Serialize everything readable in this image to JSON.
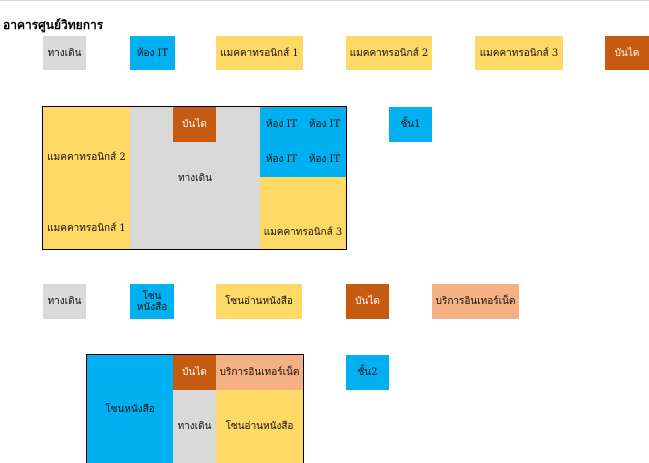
{
  "title": "อาคารศูนย์วิทยการ",
  "colors": {
    "walkway": "#d9d9d9",
    "it": "#00b0f0",
    "mac": "#ffd966",
    "stairs": "#c55a11",
    "internet": "#f4b183"
  },
  "legend1": {
    "walkway": "ทางเดิน",
    "it_room": "ห้อง IT",
    "mac1": "แมคคาทรอนิกส์ 1",
    "mac2": "แมคคาทรอนิกส์ 2",
    "mac3": "แมคคาทรอนิกส์ 3",
    "stairs": "บันได"
  },
  "floor1": {
    "label": "ชั้น1",
    "mac2": "แมคคาทรอนิกส์ 2",
    "mac1": "แมคคาทรอนิกส์ 1",
    "walkway": "ทางเดิน",
    "stairs": "บันได",
    "it_a": "ห้อง IT",
    "it_b": "ห้อง IT",
    "it_c": "ห้อง IT",
    "it_d": "ห้อง IT",
    "mac3": "แมคคาทรอนิกส์ 3"
  },
  "legend2": {
    "walkway": "ทางเดิน",
    "book_zone": "โซนหนังสือ",
    "reading_zone": "โซนอ่านหนังสือ",
    "stairs": "บันได",
    "internet": "บริการอินเทอร์เน็ต"
  },
  "floor2": {
    "label": "ชั้น2",
    "book_zone": "โซนหนังสือ",
    "stairs": "บันได",
    "internet": "บริการอินเทอร์เน็ต",
    "walkway": "ทางเดิน",
    "reading_zone": "โซนอ่านหนังสือ"
  }
}
